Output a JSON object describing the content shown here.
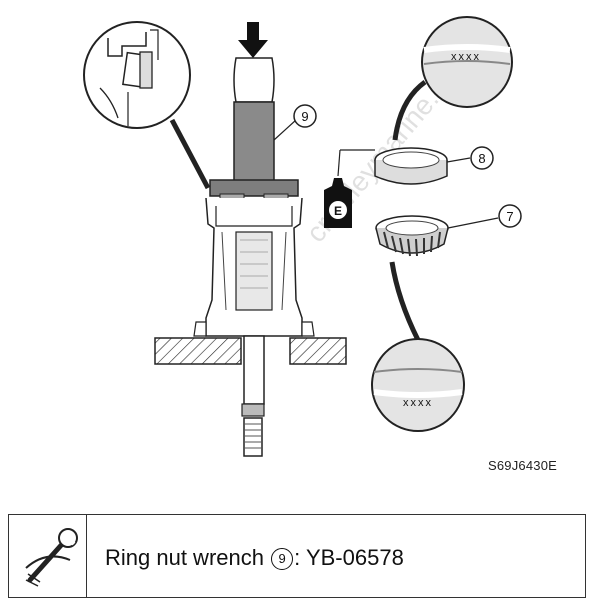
{
  "figure": {
    "callouts": {
      "tool_number": "9",
      "part_bearing_race": "8",
      "part_tapered_bearing": "7"
    },
    "grease_label": "E",
    "bearing_mark_top": "xxxx",
    "bearing_mark_bottom": "xxxx",
    "figure_code": "S69J6430E",
    "watermark": "crowleymarine.com"
  },
  "tool_box": {
    "name": "Ring nut wrench",
    "ref_number": "9",
    "separator": ":",
    "part_number": "YB-06578",
    "icon": "wrench-icon"
  }
}
